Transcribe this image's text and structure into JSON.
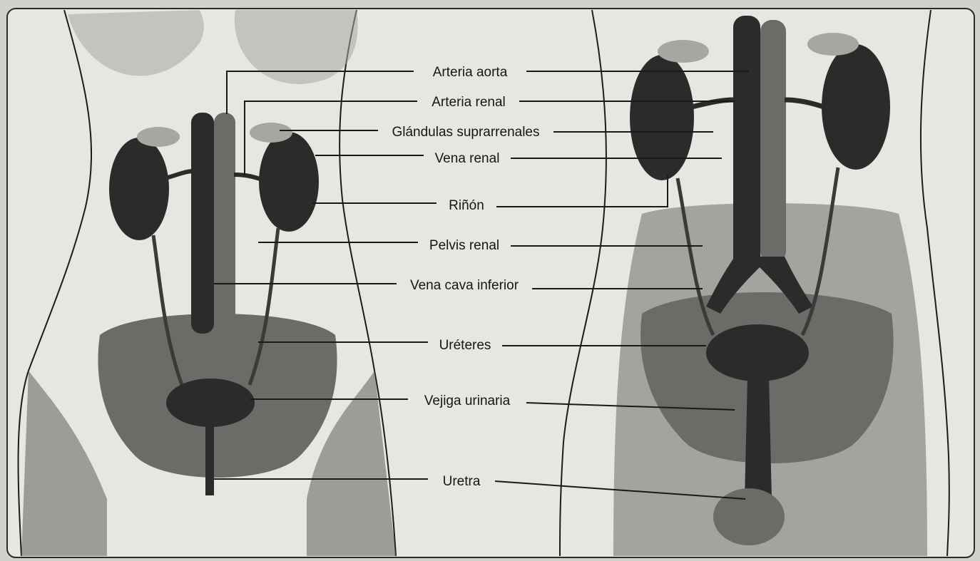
{
  "figure": {
    "labels": [
      "Arteria aorta",
      "Arteria renal",
      "Glándulas suprarrenales",
      "Vena renal",
      "Riñón",
      "Pelvis renal",
      "Vena cava inferior",
      "Uréteres",
      "Vejiga urinaria",
      "Uretra"
    ]
  },
  "colors": {
    "paper": "#e8e6e1",
    "ink": "#1a1a1a"
  }
}
